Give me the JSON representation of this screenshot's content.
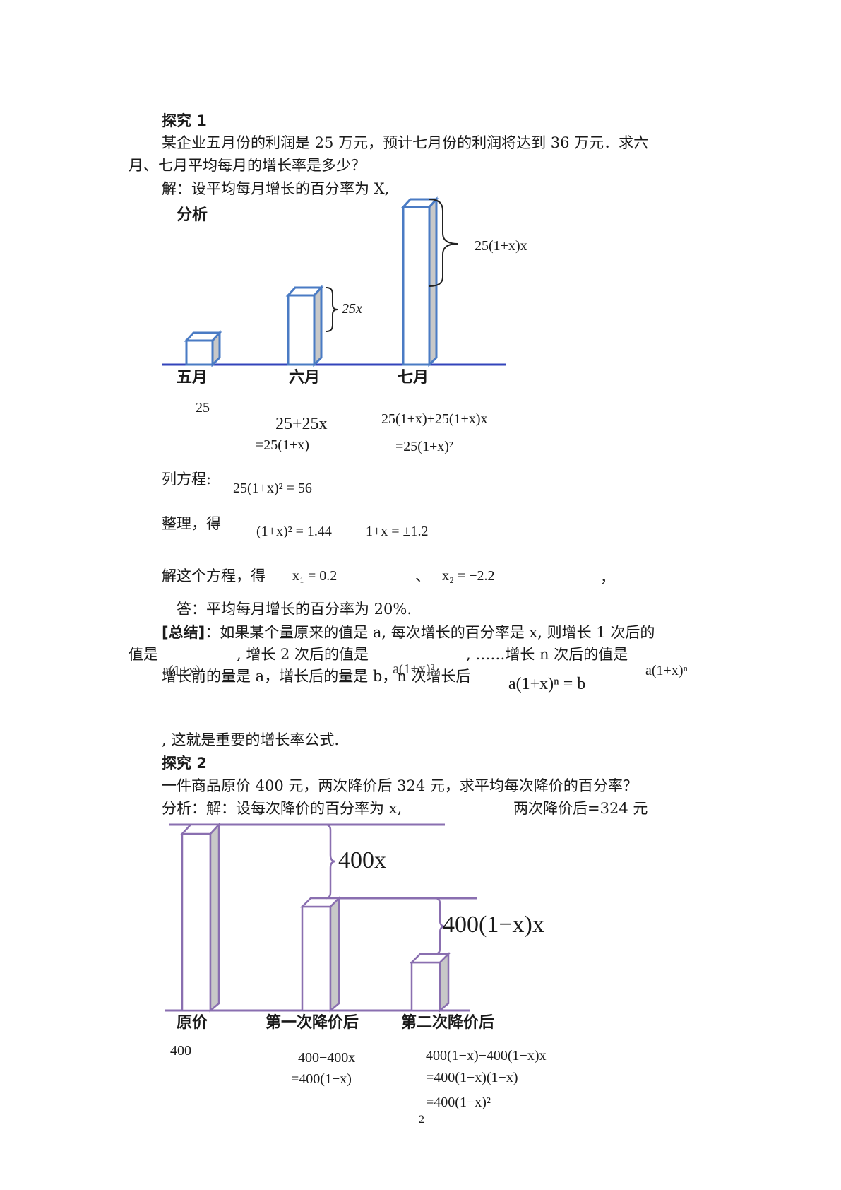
{
  "section1": {
    "heading": "探究 1",
    "problem_line1": "某企业五月份的利润是 25 万元，预计七月份的利润将达到 36 万元．求六",
    "problem_line2": "月、七月平均每月的增长率是多少？",
    "solution_intro": "解：设平均每月增长的百分率为 X,",
    "analysis_label": "分析",
    "bar_labels": [
      "五月",
      "六月",
      "七月"
    ],
    "brace_label_june": "25x",
    "brace_label_july": "25(1+x)x",
    "value_may": "25",
    "value_june_line1": "25+25x",
    "value_june_line2": "=25(1+x)",
    "value_july_line1": "25(1+x)+25(1+x)x",
    "value_july_line2": "=25(1+x)²",
    "equation_label": "列方程:",
    "equation": "25(1+x)² = 56",
    "simplify_label": "整理，得",
    "simplify_eq1": "(1+x)² = 1.44",
    "simplify_eq2": "1+x = ±1.2",
    "solve_label": "解这个方程，得",
    "root1": "x₁ = 0.2",
    "root_sep": "、",
    "root2": "x₂ = −2.2",
    "root_end": "，",
    "answer": "答：平均每月增长的百分率为 20%.",
    "summary_tag": "[总结]",
    "summary_line1": "：如果某个量原来的值是 a, 每次增长的百分率是 x, 则增长 1 次后的",
    "summary_line2_a": "值是",
    "summary_line2_b": ", 增长 2 次后的值是",
    "summary_line2_c": ", ……增长 n 次后的值是",
    "summary_line3": "增长前的量是 a，增长后的量是 b，n 次增长后",
    "expr_once": "a(1+x)",
    "expr_twice": "a(1+x)²",
    "expr_n": "a(1+x)ⁿ",
    "formula": "a(1+x)ⁿ = b",
    "summary_end": ", 这就是重要的增长率公式."
  },
  "section2": {
    "heading": "探究 2",
    "problem": "一件商品原价 400 元，两次降价后 324 元，求平均每次降价的百分率？",
    "analysis_a": "分析：解：设每次降价的百分率为 x,",
    "analysis_b": "两次降价后=324 元",
    "brace_label_1": "400x",
    "brace_label_2": "400(1−x)x",
    "bar_labels": [
      "原价",
      "第一次降价后",
      "第二次降价后"
    ],
    "value_orig": "400",
    "value_first_line1": "400−400x",
    "value_first_line2": "=400(1−x)",
    "value_second_line1": "400(1−x)−400(1−x)x",
    "value_second_line2": "=400(1−x)(1−x)",
    "value_second_line3": "=400(1−x)²"
  },
  "page_number": "2"
}
